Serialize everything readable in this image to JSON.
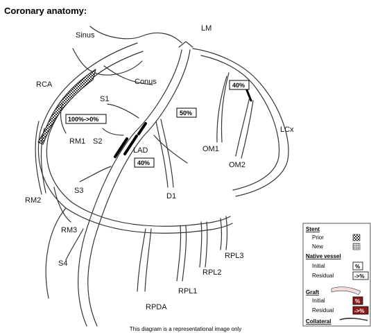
{
  "title": "Coronary anatomy:",
  "caption": "This diagram is a representational image only",
  "labels": {
    "sinus": "Sinus",
    "lm": "LM",
    "rca": "RCA",
    "conus": "Conus",
    "s1": "S1",
    "rm1": "RM1",
    "s2": "S2",
    "lad": "LAD",
    "lcx": "LCx",
    "om1": "OM1",
    "om2": "OM2",
    "s3": "S3",
    "d1": "D1",
    "rm2": "RM2",
    "rm3": "RM3",
    "s4": "S4",
    "rpl3": "RPL3",
    "rpl2": "RPL2",
    "rpl1": "RPL1",
    "rpda": "RPDA"
  },
  "annotations": {
    "rca_stenosis": "100%->0%",
    "lad_prox": "50%",
    "lad_mid": "40%",
    "lcx": "40%"
  },
  "legend": {
    "stent_header": "Stent",
    "prior": "Prior",
    "new": "New",
    "native_header": "Native vessel",
    "initial": "Initial",
    "initial_symbol": "%",
    "residual": "Residual",
    "residual_symbol": "->%",
    "graft_header": "Graft",
    "graft_initial": "Initial",
    "graft_initial_symbol": "%",
    "graft_residual": "Residual",
    "graft_residual_symbol": "->%",
    "collateral": "Collateral"
  },
  "colors": {
    "graft_box": "#8b1a1a",
    "graft_box_text": "#ffffff",
    "vessel_stroke": "#333333"
  }
}
